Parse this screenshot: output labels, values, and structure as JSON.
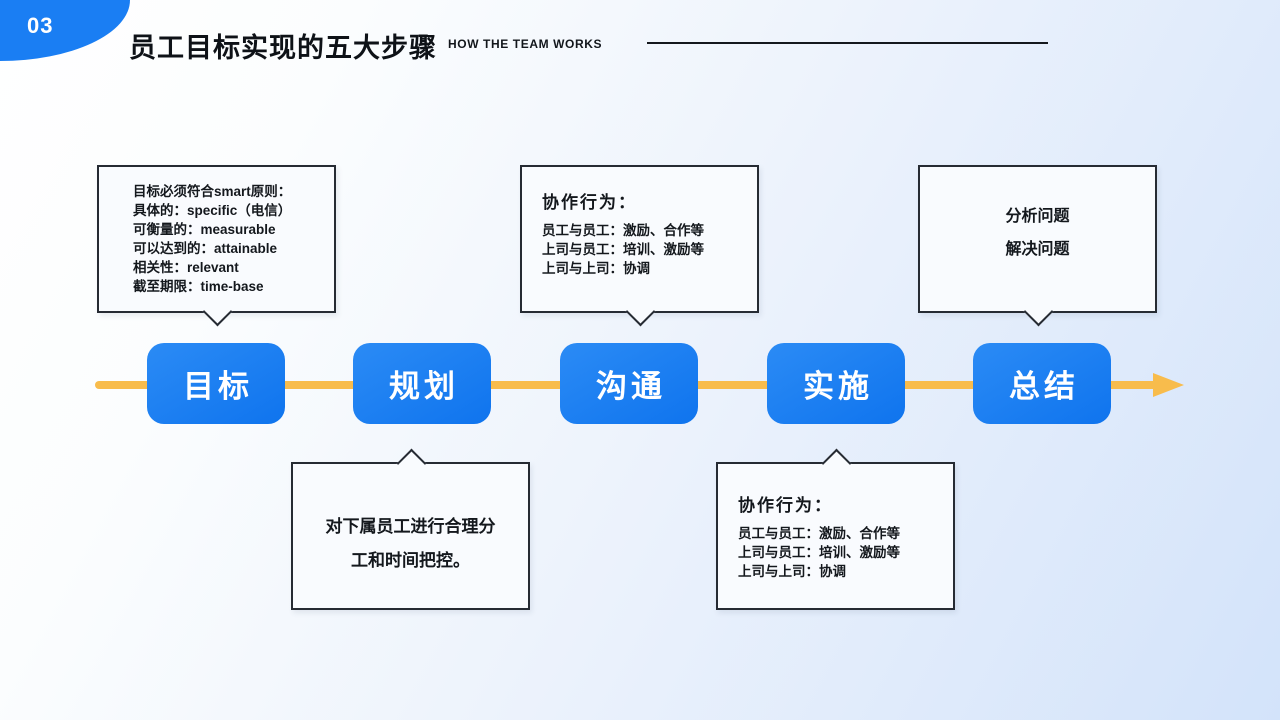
{
  "slide": {
    "page_number": "03",
    "title": "员工目标实现的五大步骤",
    "subtitle": "HOW THE TEAM WORKS"
  },
  "steps": [
    {
      "label": "目标"
    },
    {
      "label": "规划"
    },
    {
      "label": "沟通"
    },
    {
      "label": "实施"
    },
    {
      "label": "总结"
    }
  ],
  "callouts": {
    "goal": {
      "lines": [
        "目标必须符合smart原则：",
        "具体的：specific（电信）",
        "可衡量的：measurable",
        "可以达到的：attainable",
        "相关性：relevant",
        "截至期限：time-base"
      ]
    },
    "communication": {
      "title": "协作行为：",
      "lines": [
        "员工与员工：激励、合作等",
        "上司与员工：培训、激励等",
        "上司与上司：协调"
      ]
    },
    "summary": {
      "lines": [
        "分析问题",
        "解决问题"
      ]
    },
    "planning": {
      "lines": [
        "对下属员工进行合理分",
        "工和时间把控。"
      ]
    },
    "implementation": {
      "title": "协作行为：",
      "lines": [
        "员工与员工：激励、合作等",
        "上司与员工：培训、激励等",
        "上司与上司：协调"
      ]
    }
  },
  "colors": {
    "accent_blue": "#1a7ef3",
    "arrow_yellow": "#f8bc4c",
    "callout_bg": "#f9fbfe",
    "border_dark": "#262b33"
  }
}
